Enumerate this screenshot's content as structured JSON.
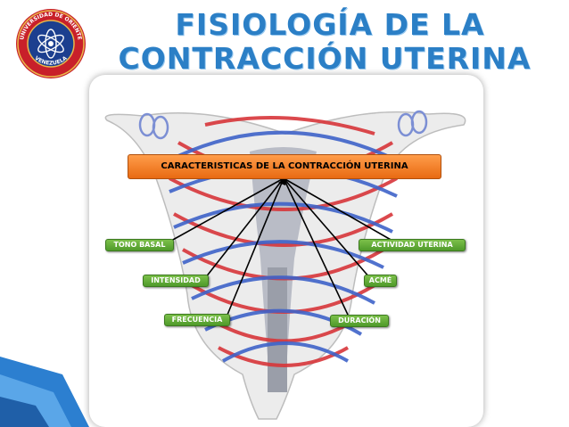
{
  "title": {
    "line1": "FISIOLOGÍA DE LA",
    "line2": "CONTRACCIÓN UTERINA"
  },
  "seal": {
    "icon": "university-seal-icon",
    "text_top": "UNIVERSIDAD DE ORIENTE",
    "text_bottom": "VENEZUELA"
  },
  "diagram": {
    "main_label": "CARACTERISTICAS DE LA CONTRACCIÓN UTERINA",
    "labels": {
      "tono_basal": "TONO BASAL",
      "intensidad": "INTENSIDAD",
      "frecuencia": "FRECUENCIA",
      "actividad_uterina": "ACTIVIDAD UTERINA",
      "acme": "ACMÉ",
      "duracion": "DURACIÓN"
    },
    "colors": {
      "main_box": "#f07a1e",
      "label_box": "#5ea833",
      "artery": "#d8363a",
      "vein": "#3f63c9",
      "title": "#2b7fc6"
    }
  }
}
